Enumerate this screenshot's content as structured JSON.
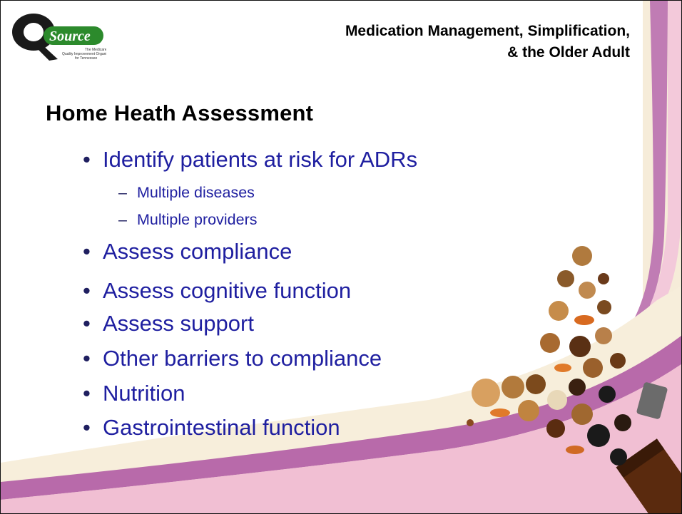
{
  "logo": {
    "wordmark": "Source",
    "tagline": "The Medicare Quality Improvement Organization for Tennessee"
  },
  "header": {
    "line1": "Medication Management, Simplification,",
    "line2": "& the Older Adult"
  },
  "slide_title": "Home Heath Assessment",
  "bullets": [
    {
      "text": "Identify patients at risk for ADRs",
      "sub": [
        "Multiple diseases",
        "Multiple providers"
      ]
    },
    {
      "text": "Assess compliance",
      "sub": []
    },
    {
      "text": "Assess cognitive function",
      "sub": []
    },
    {
      "text": "Assess support",
      "sub": []
    },
    {
      "text": "Other barriers to compliance",
      "sub": []
    },
    {
      "text": "Nutrition",
      "sub": []
    },
    {
      "text": "Gastrointestinal function",
      "sub": []
    }
  ],
  "colors": {
    "bullet_text": "#1f1fa0",
    "accent_purple": "#b06aa8",
    "accent_pink": "#f2c6d8",
    "accent_cream": "#f7ecd6"
  }
}
